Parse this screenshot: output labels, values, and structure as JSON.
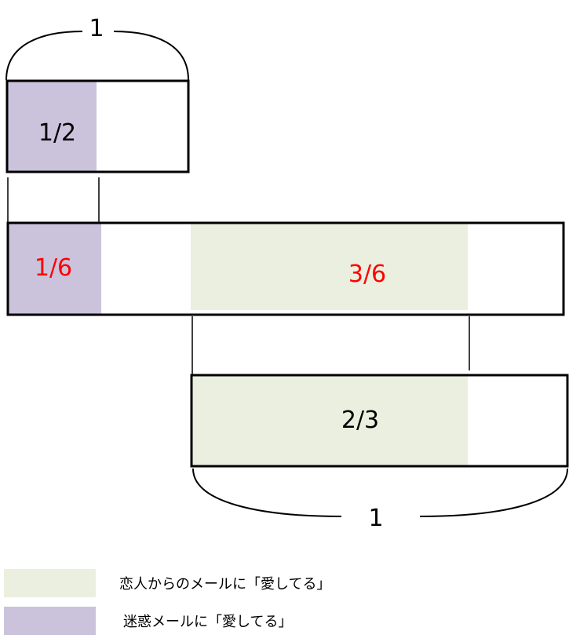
{
  "colors": {
    "purple": "#cbc3dc",
    "green": "#ebefdf",
    "red": "#ff0000",
    "black": "#000000"
  },
  "top_bar": {
    "bracket_label": "1",
    "fraction": 0.5,
    "label": "1/2"
  },
  "middle_bar": {
    "purple_fraction": 0.1667,
    "purple_label": "1/6",
    "green_start_fraction": 0.3333,
    "green_end_fraction": 0.8333,
    "green_label": "3/6"
  },
  "bottom_bar": {
    "bracket_label": "1",
    "fraction": 0.6667,
    "label": "2/3"
  },
  "legend": [
    {
      "color": "#ebefdf",
      "label": "恋人からのメールに「愛してる」"
    },
    {
      "color": "#cbc3dc",
      "label": "迷惑メールに「愛してる」"
    }
  ]
}
